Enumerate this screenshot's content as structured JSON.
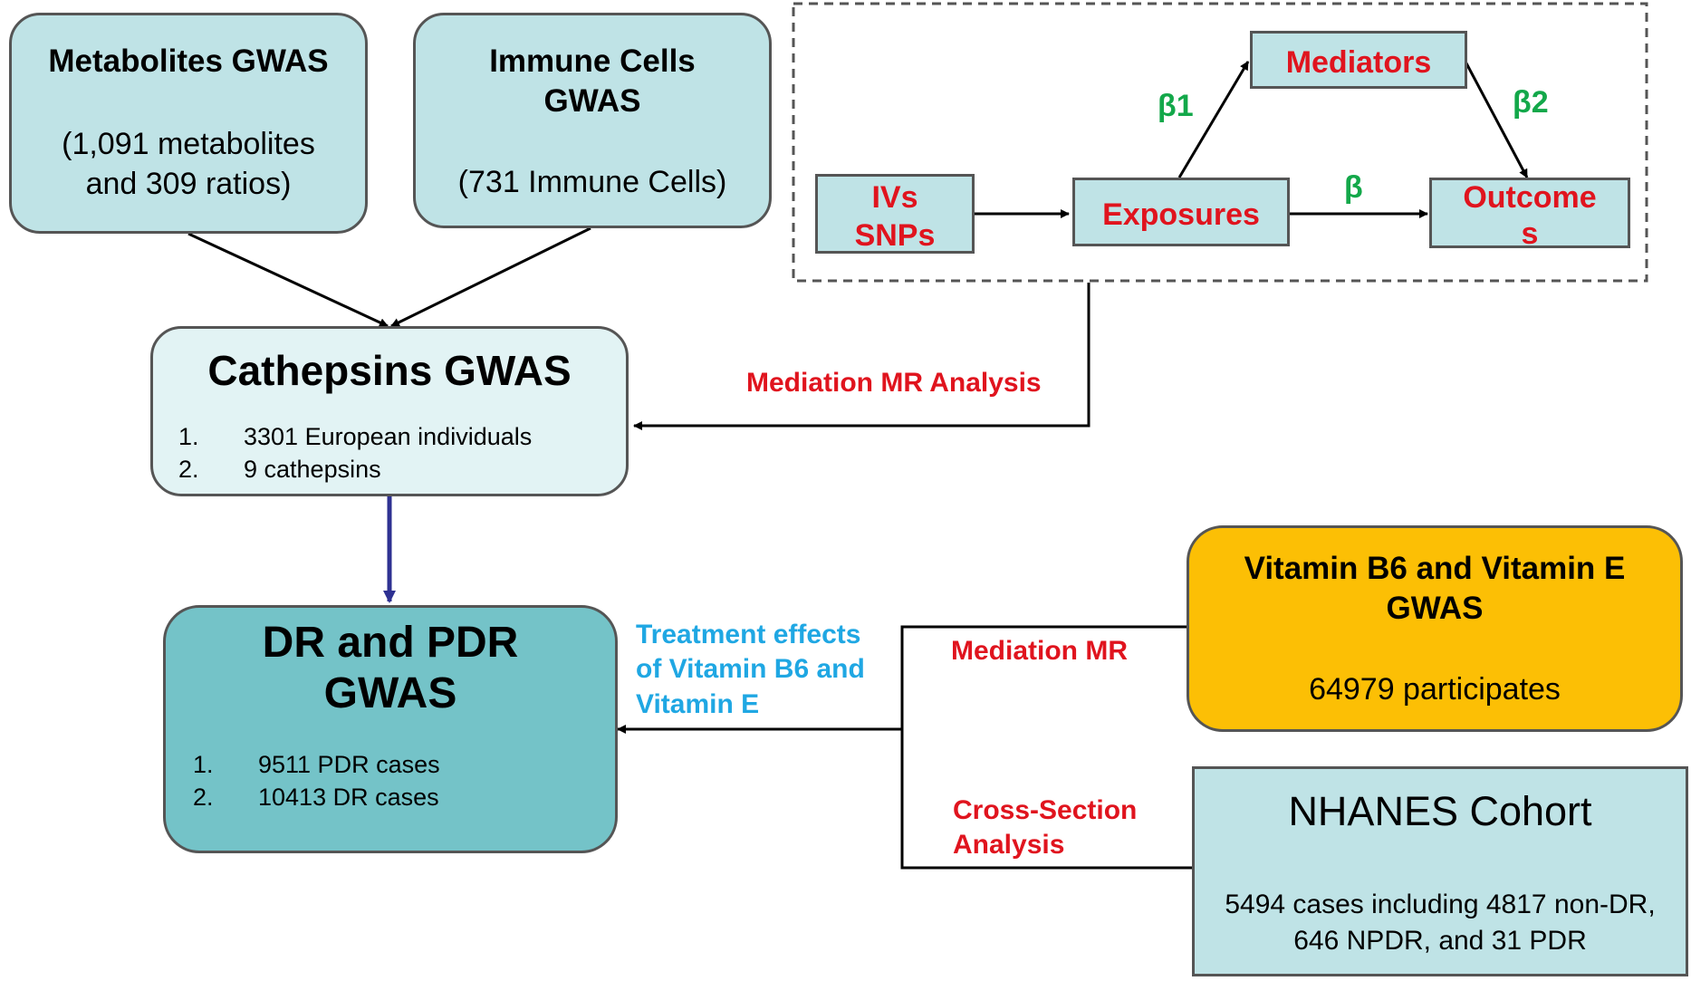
{
  "metabolites": {
    "title": "Metabolites GWAS",
    "line1": "(1,091 metabolites",
    "line2": "and 309 ratios)"
  },
  "immune": {
    "title_line1": "Immune Cells",
    "title_line2": "GWAS",
    "detail": "(731 Immune Cells)"
  },
  "mediation_model": {
    "ivs_line1": "IVs",
    "ivs_line2": "SNPs",
    "exposures": "Exposures",
    "mediators": "Mediators",
    "outcomes_line1": "Outcome",
    "outcomes_line2": "s",
    "beta1": "β1",
    "beta2": "β2",
    "beta": "β"
  },
  "cathepsins": {
    "title": "Cathepsins GWAS",
    "items": [
      {
        "num": "1.",
        "text": "3301 European individuals"
      },
      {
        "num": "2.",
        "text": "9 cathepsins"
      }
    ]
  },
  "dr_pdr": {
    "title_line1": "DR and PDR",
    "title_line2": "GWAS",
    "items": [
      {
        "num": "1.",
        "text": "9511 PDR cases"
      },
      {
        "num": "2.",
        "text": "10413 DR cases"
      }
    ]
  },
  "vitamin": {
    "title_line1": "Vitamin B6 and Vitamin E",
    "title_line2": "GWAS",
    "detail": "64979 participates"
  },
  "nhanes": {
    "title": "NHANES Cohort",
    "line1": "5494 cases including 4817 non-DR,",
    "line2": "646 NPDR, and 31 PDR"
  },
  "labels": {
    "mediation_mr_analysis": "Mediation MR Analysis",
    "mediation_mr": "Mediation MR",
    "cross_section_line1": "Cross-Section",
    "cross_section_line2": "Analysis",
    "treatment_line1": "Treatment effects",
    "treatment_line2": "of Vitamin B6 and",
    "treatment_line3": "Vitamin E"
  },
  "colors": {
    "red_text": "#e0141e",
    "green_text": "#13a84a",
    "cyan_text": "#1fa7e3",
    "blue_arrow": "#2e3192",
    "light_box": "#bfe3e6",
    "teal_box": "#74c3c8",
    "gold_box": "#fcbf05"
  }
}
